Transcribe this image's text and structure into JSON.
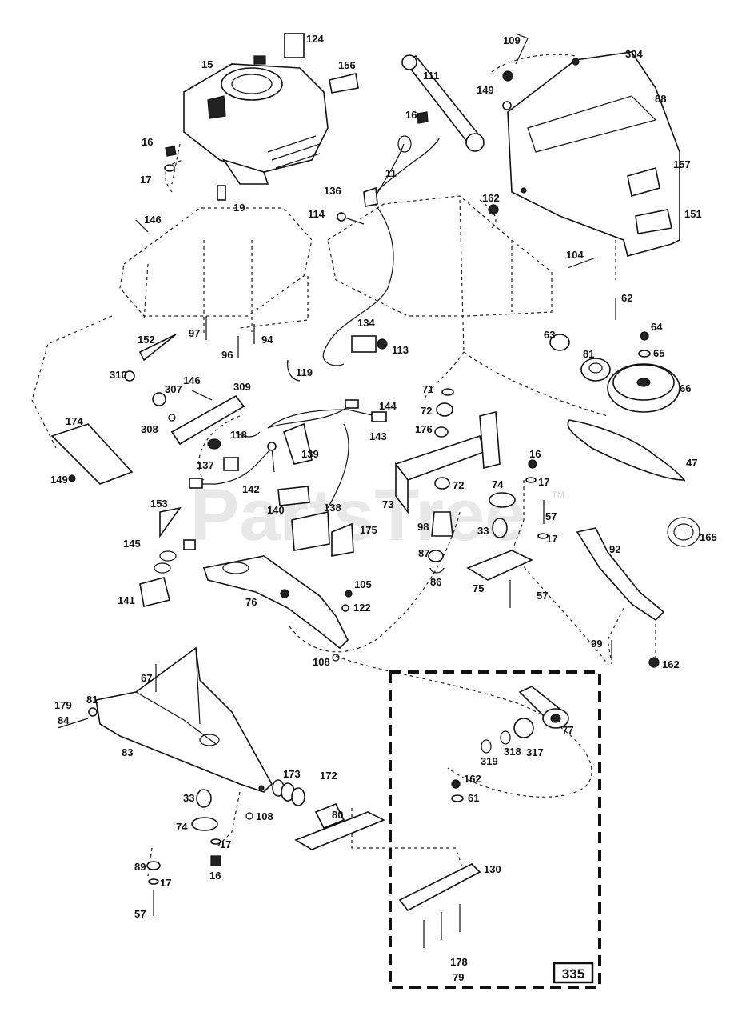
{
  "watermark": {
    "text": "PartsTree",
    "trademark": "TM"
  },
  "diagram_code": "335",
  "callouts": [
    {
      "id": "c124",
      "text": "124"
    },
    {
      "id": "c15",
      "text": "15"
    },
    {
      "id": "c156",
      "text": "156"
    },
    {
      "id": "c109",
      "text": "109"
    },
    {
      "id": "c304",
      "text": "304"
    },
    {
      "id": "c149a",
      "text": "149"
    },
    {
      "id": "c111",
      "text": "111"
    },
    {
      "id": "c88",
      "text": "88"
    },
    {
      "id": "c16a",
      "text": "16"
    },
    {
      "id": "c16b",
      "text": "16"
    },
    {
      "id": "c17a",
      "text": "17"
    },
    {
      "id": "c11",
      "text": "11"
    },
    {
      "id": "c157",
      "text": "157"
    },
    {
      "id": "c136",
      "text": "136"
    },
    {
      "id": "c162a",
      "text": "162"
    },
    {
      "id": "c19",
      "text": "19"
    },
    {
      "id": "c114",
      "text": "114"
    },
    {
      "id": "c151",
      "text": "151"
    },
    {
      "id": "c146a",
      "text": "146"
    },
    {
      "id": "c104",
      "text": "104"
    },
    {
      "id": "c62",
      "text": "62"
    },
    {
      "id": "c152",
      "text": "152"
    },
    {
      "id": "c97",
      "text": "97"
    },
    {
      "id": "c96",
      "text": "96"
    },
    {
      "id": "c94",
      "text": "94"
    },
    {
      "id": "c134",
      "text": "134"
    },
    {
      "id": "c113",
      "text": "113"
    },
    {
      "id": "c63",
      "text": "63"
    },
    {
      "id": "c64",
      "text": "64"
    },
    {
      "id": "c81a",
      "text": "81"
    },
    {
      "id": "c65",
      "text": "65"
    },
    {
      "id": "c310",
      "text": "310"
    },
    {
      "id": "c307",
      "text": "307"
    },
    {
      "id": "c146b",
      "text": "146"
    },
    {
      "id": "c309",
      "text": "309"
    },
    {
      "id": "c119",
      "text": "119"
    },
    {
      "id": "c66",
      "text": "66"
    },
    {
      "id": "c71",
      "text": "71"
    },
    {
      "id": "c144",
      "text": "144"
    },
    {
      "id": "c72a",
      "text": "72"
    },
    {
      "id": "c308",
      "text": "308"
    },
    {
      "id": "c143",
      "text": "143"
    },
    {
      "id": "c176",
      "text": "176"
    },
    {
      "id": "c174",
      "text": "174"
    },
    {
      "id": "c118",
      "text": "118"
    },
    {
      "id": "c139",
      "text": "139"
    },
    {
      "id": "c137",
      "text": "137"
    },
    {
      "id": "c16c",
      "text": "16"
    },
    {
      "id": "c47",
      "text": "47"
    },
    {
      "id": "c149b",
      "text": "149"
    },
    {
      "id": "c142",
      "text": "142"
    },
    {
      "id": "c72b",
      "text": "72"
    },
    {
      "id": "c74a",
      "text": "74"
    },
    {
      "id": "c17b",
      "text": "17"
    },
    {
      "id": "c73",
      "text": "73"
    },
    {
      "id": "c57a",
      "text": "57"
    },
    {
      "id": "c153",
      "text": "153"
    },
    {
      "id": "c140",
      "text": "140"
    },
    {
      "id": "c138",
      "text": "138"
    },
    {
      "id": "c165",
      "text": "165"
    },
    {
      "id": "c98",
      "text": "98"
    },
    {
      "id": "c33a",
      "text": "33"
    },
    {
      "id": "c17c",
      "text": "17"
    },
    {
      "id": "c145",
      "text": "145"
    },
    {
      "id": "c175",
      "text": "175"
    },
    {
      "id": "c92",
      "text": "92"
    },
    {
      "id": "c87",
      "text": "87"
    },
    {
      "id": "c86",
      "text": "86"
    },
    {
      "id": "c75",
      "text": "75"
    },
    {
      "id": "c57b",
      "text": "57"
    },
    {
      "id": "c105",
      "text": "105"
    },
    {
      "id": "c141",
      "text": "141"
    },
    {
      "id": "c76",
      "text": "76"
    },
    {
      "id": "c122",
      "text": "122"
    },
    {
      "id": "c99",
      "text": "99"
    },
    {
      "id": "c162b",
      "text": "162"
    },
    {
      "id": "c108a",
      "text": "108"
    },
    {
      "id": "c67",
      "text": "67"
    },
    {
      "id": "c77",
      "text": "77"
    },
    {
      "id": "c179",
      "text": "179"
    },
    {
      "id": "c81b",
      "text": "81"
    },
    {
      "id": "c84",
      "text": "84"
    },
    {
      "id": "c319",
      "text": "319"
    },
    {
      "id": "c318",
      "text": "318"
    },
    {
      "id": "c317",
      "text": "317"
    },
    {
      "id": "c83",
      "text": "83"
    },
    {
      "id": "c173",
      "text": "173"
    },
    {
      "id": "c172",
      "text": "172"
    },
    {
      "id": "c162c",
      "text": "162"
    },
    {
      "id": "c61",
      "text": "61"
    },
    {
      "id": "c33b",
      "text": "33"
    },
    {
      "id": "c80",
      "text": "80"
    },
    {
      "id": "c108b",
      "text": "108"
    },
    {
      "id": "c74b",
      "text": "74"
    },
    {
      "id": "c17d",
      "text": "17"
    },
    {
      "id": "c89",
      "text": "89"
    },
    {
      "id": "c16d",
      "text": "16"
    },
    {
      "id": "c17e",
      "text": "17"
    },
    {
      "id": "c130",
      "text": "130"
    },
    {
      "id": "c57c",
      "text": "57"
    },
    {
      "id": "c178",
      "text": "178"
    },
    {
      "id": "c79",
      "text": "79"
    }
  ]
}
